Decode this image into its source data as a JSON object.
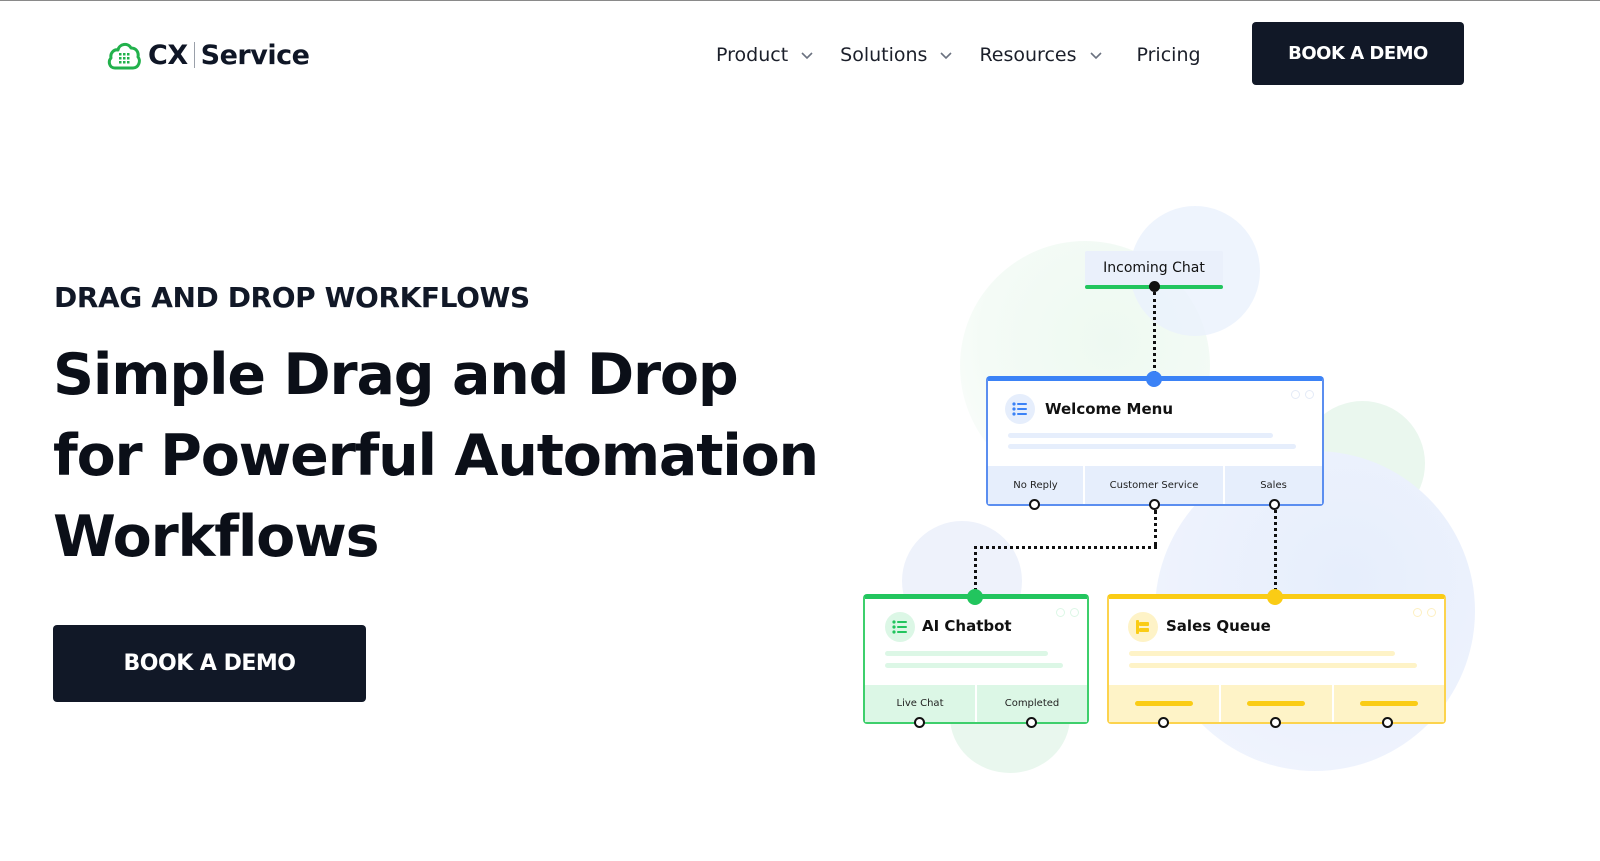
{
  "header": {
    "logo": {
      "brand_left": "CX",
      "brand_right": "Service",
      "icon": "cloud-grid-icon",
      "icon_color": "#22b14c"
    },
    "nav": [
      {
        "label": "Product",
        "has_dropdown": true
      },
      {
        "label": "Solutions",
        "has_dropdown": true
      },
      {
        "label": "Resources",
        "has_dropdown": true
      },
      {
        "label": "Pricing",
        "has_dropdown": false
      }
    ],
    "cta_label": "BOOK A DEMO"
  },
  "hero": {
    "eyebrow": "DRAG AND DROP WORKFLOWS",
    "title_lines": [
      "Simple Drag and Drop",
      "for Powerful Automation",
      "Workflows"
    ],
    "cta_label": "BOOK A DEMO"
  },
  "workflow": {
    "trigger": {
      "label": "Incoming Chat",
      "accent": "#22c55e"
    },
    "welcome_menu": {
      "title": "Welcome Menu",
      "icon": "list-icon",
      "accent": "#3b82f6",
      "outcomes": [
        "No Reply",
        "Customer Service",
        "Sales"
      ]
    },
    "ai_chatbot": {
      "title": "AI Chatbot",
      "icon": "list-icon",
      "accent": "#22c55e",
      "outcomes": [
        "Live Chat",
        "Completed"
      ]
    },
    "sales_queue": {
      "title": "Sales Queue",
      "icon": "queue-icon",
      "accent": "#facc15",
      "outcomes": [
        "",
        "",
        ""
      ]
    }
  },
  "colors": {
    "dark": "#111827",
    "blue": "#3b82f6",
    "green": "#22c55e",
    "yellow": "#facc15"
  }
}
